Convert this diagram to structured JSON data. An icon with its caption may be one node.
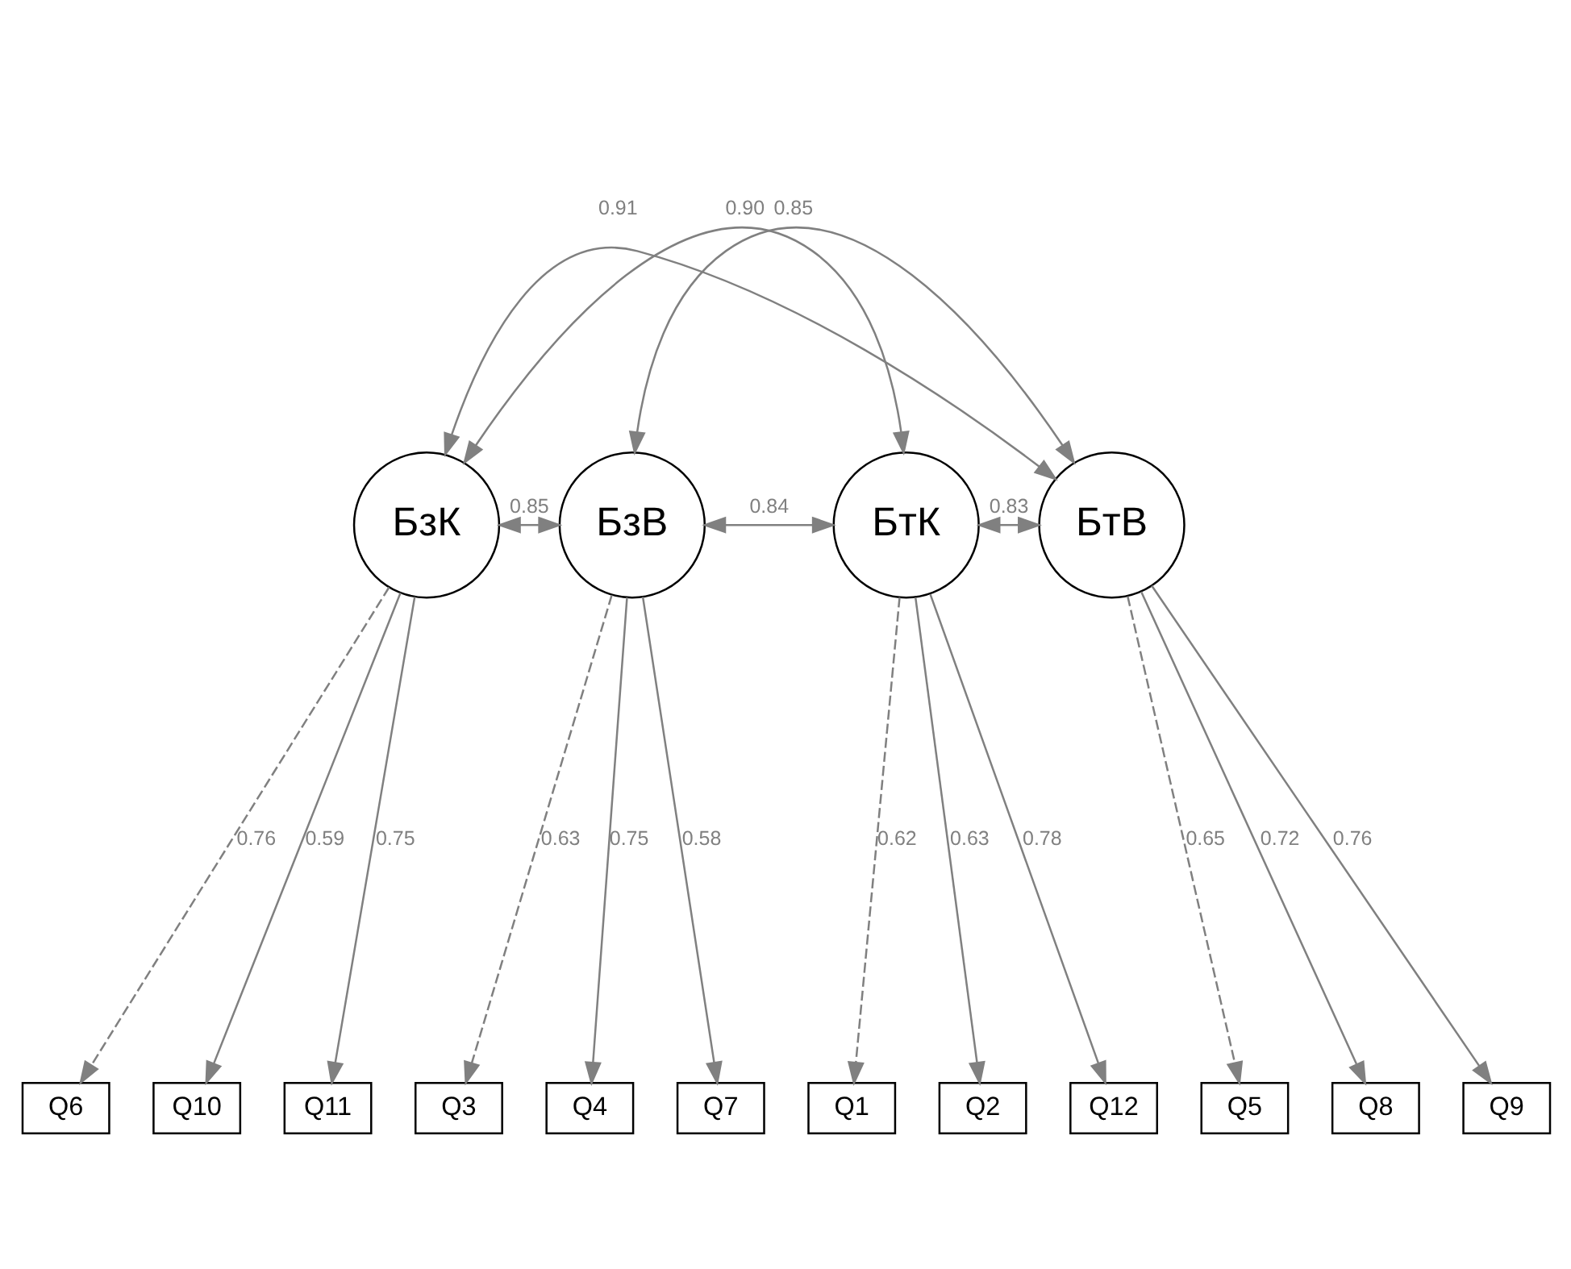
{
  "diagram": {
    "nodes": [
      {
        "text": [
          "БзК"
        ]
      },
      {
        "text": [
          "БзВ"
        ]
      },
      {
        "text": [
          "БтК"
        ]
      },
      {
        "text": [
          "БтВ"
        ]
      },
      {
        "text": [
          "Q6"
        ]
      },
      {
        "text": [
          "Q10"
        ]
      },
      {
        "text": [
          "Q11"
        ]
      },
      {
        "text": [
          "Q3"
        ]
      },
      {
        "text": [
          "Q4"
        ]
      },
      {
        "text": [
          "Q7"
        ]
      },
      {
        "text": [
          "Q1"
        ]
      },
      {
        "text": [
          "Q2"
        ]
      },
      {
        "text": [
          "Q12"
        ]
      },
      {
        "text": [
          "Q5"
        ]
      },
      {
        "text": [
          "Q8"
        ]
      },
      {
        "text": [
          "Q9"
        ]
      }
    ],
    "edges": [
      {
        "from": 0,
        "to": 3,
        "arrow": "both",
        "label": "0.91"
      },
      {
        "from": 0,
        "to": 2,
        "arrow": "both",
        "label": "0.85"
      },
      {
        "from": 1,
        "to": 3,
        "arrow": "both",
        "label": "0.90"
      },
      {
        "from": 0,
        "to": 1,
        "arrow": "both",
        "label": "0.85"
      },
      {
        "from": 1,
        "to": 2,
        "arrow": "both",
        "label": "0.84"
      },
      {
        "from": 2,
        "to": 3,
        "arrow": "both",
        "label": "0.83"
      },
      {
        "from": 0,
        "to": 4,
        "arrow": "to",
        "label": "0.76",
        "style": "dashed"
      },
      {
        "from": 0,
        "to": 5,
        "arrow": "to",
        "label": "0.59"
      },
      {
        "from": 0,
        "to": 6,
        "arrow": "to",
        "label": "0.75"
      },
      {
        "from": 1,
        "to": 7,
        "arrow": "to",
        "label": "0.63",
        "style": "dashed"
      },
      {
        "from": 1,
        "to": 8,
        "arrow": "to",
        "label": "0.75"
      },
      {
        "from": 1,
        "to": 9,
        "arrow": "to",
        "label": "0.58"
      },
      {
        "from": 2,
        "to": 10,
        "arrow": "to",
        "label": "0.62",
        "style": "dashed"
      },
      {
        "from": 2,
        "to": 11,
        "arrow": "to",
        "label": "0.63"
      },
      {
        "from": 2,
        "to": 12,
        "arrow": "to",
        "label": "0.78"
      },
      {
        "from": 3,
        "to": 13,
        "arrow": "to",
        "label": "0.65",
        "style": "dashed"
      },
      {
        "from": 3,
        "to": 14,
        "arrow": "to",
        "label": "0.72"
      },
      {
        "from": 3,
        "to": 15,
        "arrow": "to",
        "label": "0.76"
      }
    ]
  }
}
